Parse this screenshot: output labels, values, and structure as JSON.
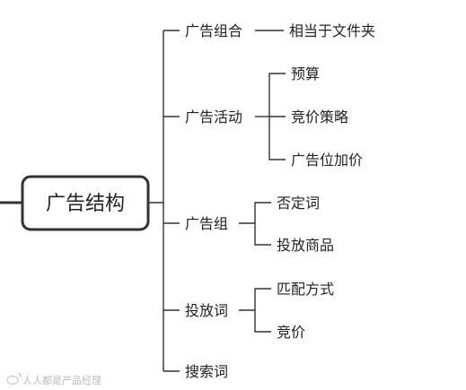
{
  "root": {
    "label": "广告结构"
  },
  "branches": [
    {
      "label": "广告组合",
      "children": [
        "相当于文件夹"
      ]
    },
    {
      "label": "广告活动",
      "children": [
        "预算",
        "竞价策略",
        "广告位加价"
      ]
    },
    {
      "label": "广告组",
      "children": [
        "否定词",
        "投放商品"
      ]
    },
    {
      "label": "投放词",
      "children": [
        "匹配方式",
        "竞价"
      ]
    },
    {
      "label": "搜索词",
      "children": []
    }
  ],
  "watermark": {
    "text": "人人都是产品经理",
    "icon": "weibo-icon"
  }
}
